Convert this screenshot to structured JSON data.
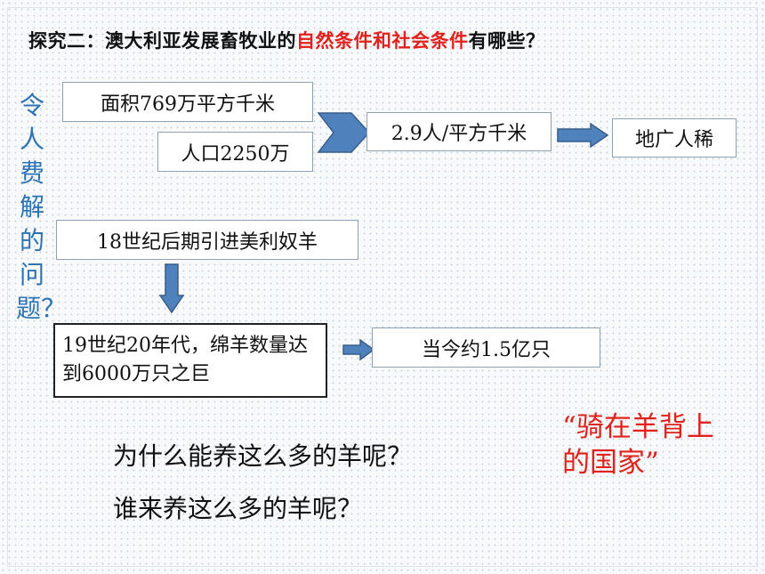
{
  "title": {
    "part1": "探究二：澳大利亚发展畜牧业的",
    "highlight": "自然条件和社会条件",
    "part2": "有哪些？"
  },
  "side_question": "令人费解的问题？",
  "boxes": {
    "area": "面积769万平方千米",
    "population": "人口2250万",
    "density": "2.9人/平方千米",
    "sparse": "地广人稀",
    "merino": "18世纪后期引进美利奴羊",
    "sheep_1820": "19世纪20年代，绵羊数量达到6000万只之巨",
    "today": "当今约1.5亿只"
  },
  "questions": {
    "q1": "为什么能养这么多的羊呢？",
    "q2": "谁来养这么多的羊呢？"
  },
  "quote": "“骑在羊背上的国家”",
  "colors": {
    "arrow_fill": "#4f81bd",
    "arrow_stroke": "#385d8a",
    "highlight": "#e0211c",
    "side_text": "#2e74b5"
  }
}
